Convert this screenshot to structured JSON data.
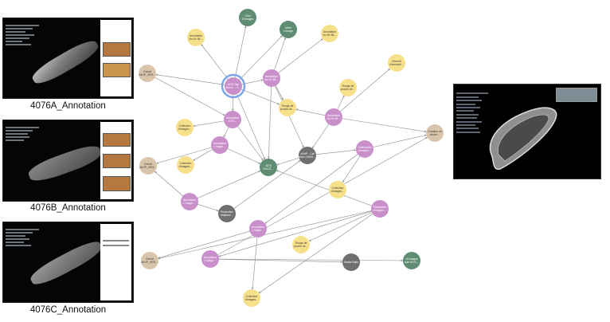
{
  "screenshots": [
    {
      "caption": "4076A_Annotation"
    },
    {
      "caption": "4076B_Annotation"
    },
    {
      "caption": "4076C_Annotation"
    }
  ],
  "colors": {
    "purple": "#c98fcb",
    "yellow": "#f7e08a",
    "tan": "#d8c5ab",
    "green": "#5e8d73",
    "gray": "#6f6f6f",
    "selected_ring": "#7aa6e8",
    "edge": "#9a9a9a"
  },
  "graph": {
    "nodes": [
      {
        "id": "n1",
        "label": "Oiva\nD'Images",
        "color": "green"
      },
      {
        "id": "n2",
        "label": "Annotation\nNo 04 4B…",
        "color": "yellow"
      },
      {
        "id": "n3",
        "label": "Mirar\nL'Image",
        "color": "green"
      },
      {
        "id": "n4",
        "label": "Annotation\nNo 06 4B…",
        "color": "yellow"
      },
      {
        "id": "n5",
        "label": "Annotation\nNo 00 4B…",
        "color": "purple"
      },
      {
        "id": "n6",
        "label": "4076 Dkp\nAnnot… 4…",
        "color": "purple",
        "selected": true
      },
      {
        "id": "n7",
        "label": "Extrait\n4AHP_4076…",
        "color": "tan"
      },
      {
        "id": "n8",
        "label": "Rouge de\nproche de…",
        "color": "yellow"
      },
      {
        "id": "n9",
        "label": "Diversit\nd'annotati…",
        "color": "yellow"
      },
      {
        "id": "n10",
        "label": "Rouge de\nproche de…",
        "color": "yellow"
      },
      {
        "id": "n11",
        "label": "Collection\nd'images…",
        "color": "yellow"
      },
      {
        "id": "n12",
        "label": "Annotation\n4076…",
        "color": "purple"
      },
      {
        "id": "n13",
        "label": "Annotation\nNo 06 4B…",
        "color": "purple"
      },
      {
        "id": "n14",
        "label": "Création du\nnavire…",
        "color": "tan"
      },
      {
        "id": "n15",
        "label": "Annotation\nL'image…",
        "color": "purple"
      },
      {
        "id": "n16",
        "label": "Extrait\n4AHP_4076…",
        "color": "tan"
      },
      {
        "id": "n17",
        "label": "Collection\nd'images…",
        "color": "yellow"
      },
      {
        "id": "n18",
        "label": "4076\nDOCS…",
        "color": "green"
      },
      {
        "id": "n19",
        "label": "4AHP - Caf\nplus LUM04…",
        "color": "gray"
      },
      {
        "id": "n20",
        "label": "Fabrication\nd'images…",
        "color": "purple"
      },
      {
        "id": "n21",
        "label": "Annotation\nL'image…",
        "color": "purple"
      },
      {
        "id": "n22",
        "label": "Collection\nd'images…",
        "color": "yellow"
      },
      {
        "id": "n23",
        "label": "Production\nfinalisée…",
        "color": "gray"
      },
      {
        "id": "n24",
        "label": "Annotation\nL'image…",
        "color": "purple"
      },
      {
        "id": "n25",
        "label": "Fabrication\nd'images…",
        "color": "purple"
      },
      {
        "id": "n26",
        "label": "Rouge de\nproche de…",
        "color": "yellow"
      },
      {
        "id": "n27",
        "label": "Extrait\n4AHP_4076…",
        "color": "tan"
      },
      {
        "id": "n28",
        "label": "Annotation\nL'image…",
        "color": "purple"
      },
      {
        "id": "n29",
        "label": "Media Ratio",
        "color": "gray"
      },
      {
        "id": "n30",
        "label": "10 images\nsize 6170…",
        "color": "green"
      },
      {
        "id": "n31",
        "label": "Collection\nd'images…",
        "color": "yellow"
      }
    ],
    "edges": [
      [
        "n6",
        "n1"
      ],
      [
        "n6",
        "n2"
      ],
      [
        "n6",
        "n3"
      ],
      [
        "n6",
        "n5"
      ],
      [
        "n6",
        "n7"
      ],
      [
        "n6",
        "n8"
      ],
      [
        "n6",
        "n12"
      ],
      [
        "n6",
        "n18"
      ],
      [
        "n5",
        "n3"
      ],
      [
        "n5",
        "n4"
      ],
      [
        "n5",
        "n8"
      ],
      [
        "n5",
        "n18"
      ],
      [
        "n5",
        "n19"
      ],
      [
        "n13",
        "n9"
      ],
      [
        "n13",
        "n10"
      ],
      [
        "n13",
        "n8"
      ],
      [
        "n13",
        "n14"
      ],
      [
        "n13",
        "n19"
      ],
      [
        "n12",
        "n11"
      ],
      [
        "n12",
        "n15"
      ],
      [
        "n12",
        "n18"
      ],
      [
        "n15",
        "n18"
      ],
      [
        "n15",
        "n16"
      ],
      [
        "n15",
        "n17"
      ],
      [
        "n19",
        "n18"
      ],
      [
        "n19",
        "n20"
      ],
      [
        "n20",
        "n14"
      ],
      [
        "n20",
        "n22"
      ],
      [
        "n20",
        "n24"
      ],
      [
        "n21",
        "n16"
      ],
      [
        "n21",
        "n23"
      ],
      [
        "n21",
        "n18"
      ],
      [
        "n23",
        "n19"
      ],
      [
        "n25",
        "n26"
      ],
      [
        "n25",
        "n18"
      ],
      [
        "n25",
        "n27"
      ],
      [
        "n25",
        "n31"
      ],
      [
        "n25",
        "n28"
      ],
      [
        "n28",
        "n14"
      ],
      [
        "n28",
        "n29"
      ],
      [
        "n28",
        "n30"
      ],
      [
        "n24",
        "n27"
      ],
      [
        "n24",
        "n31"
      ],
      [
        "n7",
        "n12"
      ]
    ]
  }
}
